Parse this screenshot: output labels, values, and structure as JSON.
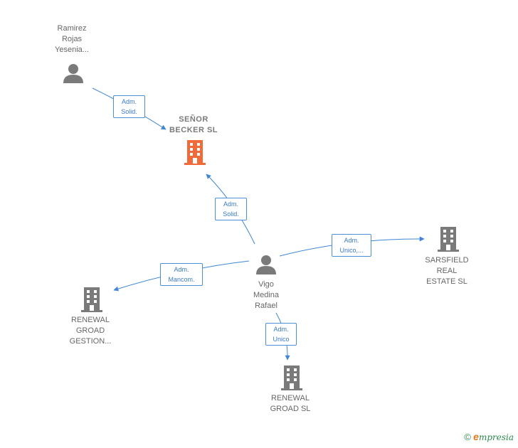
{
  "colors": {
    "edge": "#3f86d6",
    "person": "#7a7a7a",
    "company": "#7a7a7a",
    "focus_company": "#f26a3a"
  },
  "nodes": {
    "ramirez": {
      "line1": "Ramirez",
      "line2": "Rojas",
      "line3": "Yesenia...",
      "icon": "person-icon"
    },
    "senor": {
      "line1": "SEÑOR",
      "line2": "BECKER SL",
      "icon": "building-icon"
    },
    "vigo": {
      "line1": "Vigo",
      "line2": "Medina",
      "line3": "Rafael",
      "icon": "person-icon"
    },
    "sarsfield": {
      "line1": "SARSFIELD",
      "line2": "REAL",
      "line3": "ESTATE SL",
      "icon": "building-icon"
    },
    "renewal_gestion": {
      "line1": "RENEWAL",
      "line2": "GROAD",
      "line3": "GESTION...",
      "icon": "building-icon"
    },
    "renewal_sl": {
      "line1": "RENEWAL",
      "line2": "GROAD SL",
      "icon": "building-icon"
    }
  },
  "edges": {
    "ramirez_senor": {
      "line1": "Adm.",
      "line2": "Solid."
    },
    "vigo_senor": {
      "line1": "Adm.",
      "line2": "Solid."
    },
    "vigo_sarsfield": {
      "line1": "Adm.",
      "line2": "Unico,..."
    },
    "vigo_renewal_gestion": {
      "line1": "Adm.",
      "line2": "Mancom."
    },
    "vigo_renewal_sl": {
      "line1": "Adm.",
      "line2": "Unico"
    }
  },
  "brand": {
    "copyright": "©",
    "initial": "e",
    "rest": "mpresia"
  }
}
